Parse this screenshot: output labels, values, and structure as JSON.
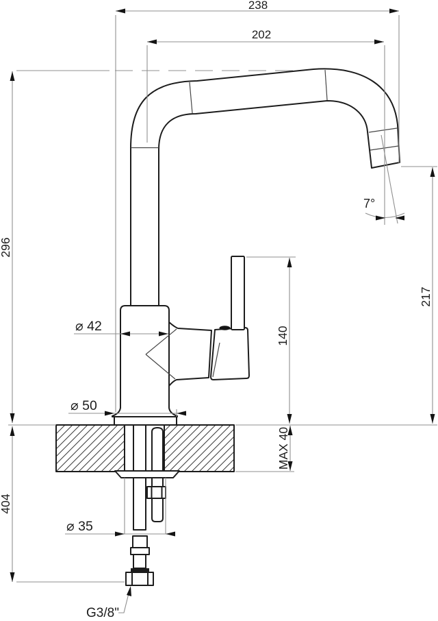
{
  "drawing": {
    "labels": {
      "total_width": "238",
      "spout_reach": "202",
      "total_height": "296",
      "height_below_counter": "404",
      "spout_outlet_height": "217",
      "handle_height": "140",
      "counter_thickness_max": "MAX 40",
      "body_diameter": "⌀ 42",
      "base_diameter": "⌀ 50",
      "hole_diameter": "⌀ 35",
      "spout_tilt_angle": "7°",
      "supply_thread": "G3/8\""
    },
    "colors": {
      "outline": "#1c1c1c",
      "dimension_line": "#8f8f8f",
      "arrow": "#141414",
      "background": "#ffffff"
    }
  }
}
